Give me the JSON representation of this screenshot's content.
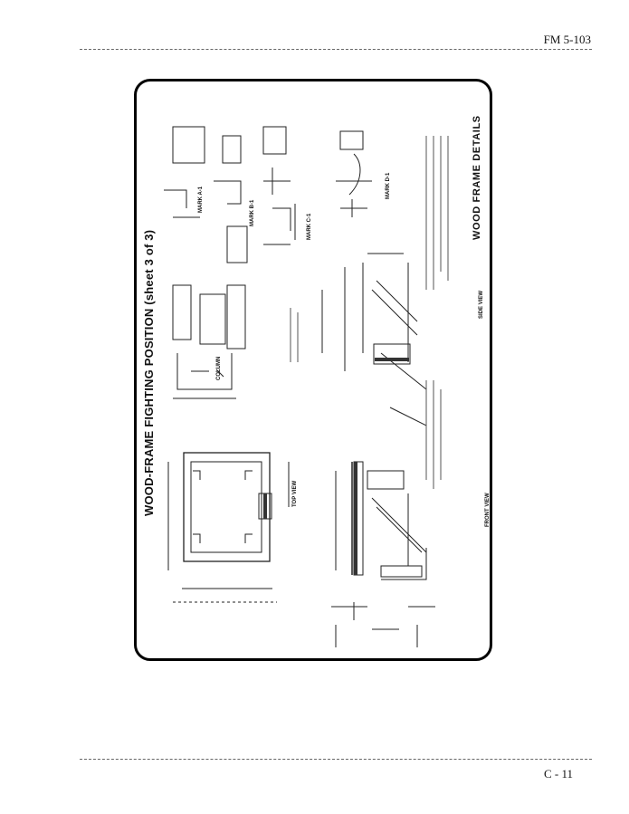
{
  "header": {
    "doc_id": "FM 5-103"
  },
  "figure": {
    "title": "WOOD-FRAME FIGHTING POSITION (sheet 3 of 3)",
    "subtitle": "WOOD FRAME DETAILS",
    "labels": {
      "top_view": "TOP VIEW",
      "front_view": "FRONT VIEW",
      "side_view": "SIDE VIEW",
      "column": "COLUMN",
      "mark_a": "MARK A-1",
      "mark_b": "MARK B-1",
      "mark_c": "MARK C-1",
      "mark_d": "MARK D-1"
    }
  },
  "footer": {
    "page_number": "C - 11"
  }
}
